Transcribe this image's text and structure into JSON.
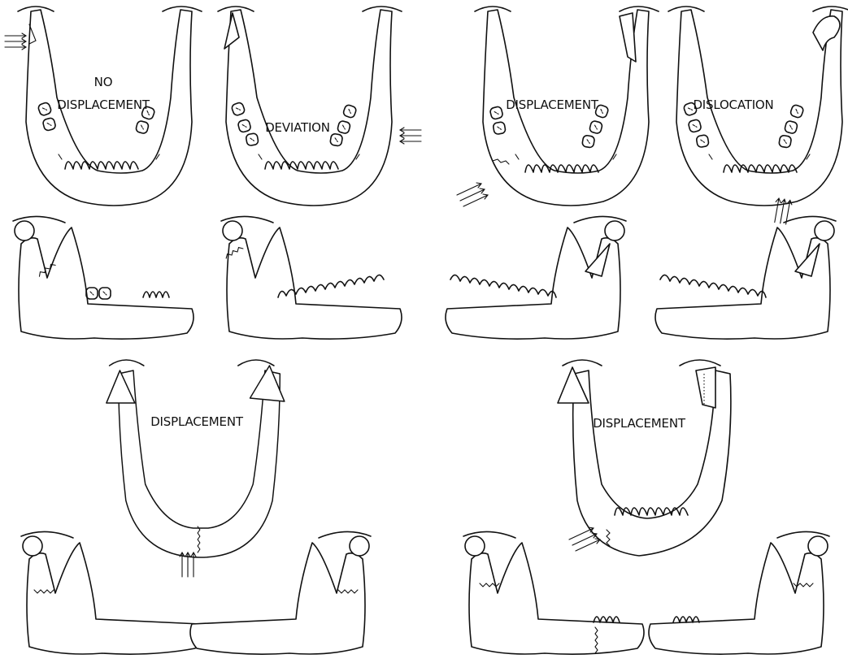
{
  "panels": [
    {
      "id": "no-displacement",
      "label_lines": [
        "NO",
        "DISPLACEMENT"
      ]
    },
    {
      "id": "deviation",
      "label_lines": [
        "DEVIATION"
      ]
    },
    {
      "id": "displacement-unilateral",
      "label_lines": [
        "DISPLACEMENT"
      ]
    },
    {
      "id": "dislocation",
      "label_lines": [
        "DISLOCATION"
      ]
    },
    {
      "id": "displacement-bilateral-symphysis",
      "label_lines": [
        "DISPLACEMENT"
      ]
    },
    {
      "id": "displacement-bilateral-parasymphysis",
      "label_lines": [
        "DISPLACEMENT"
      ]
    }
  ]
}
